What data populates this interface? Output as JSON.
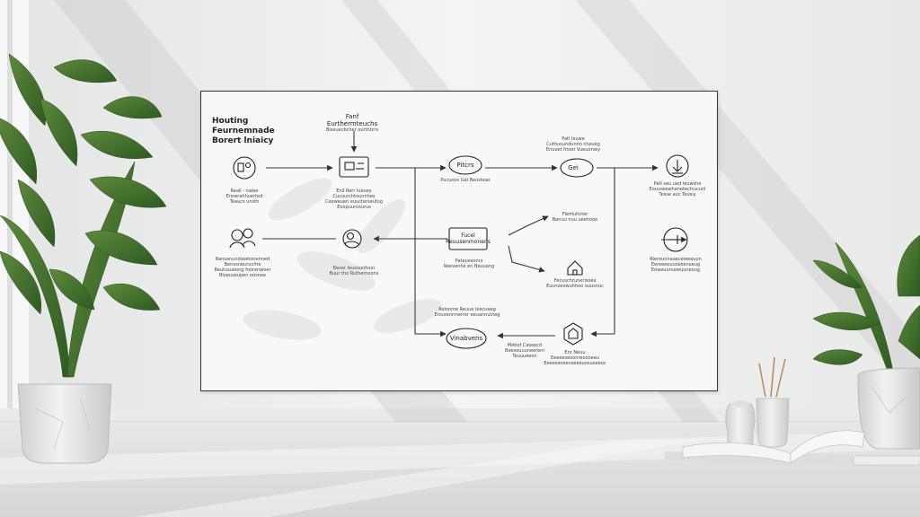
{
  "diagram": {
    "title_lines": [
      "Houting",
      "Feurnemnade",
      "Borert lniaicy"
    ],
    "labels": [
      {
        "id": "top-center-head",
        "lines": [
          "Fanf",
          "Eurthermteuchs"
        ]
      },
      {
        "id": "top-center-sub",
        "lines": [
          "Biseuecbcher ourthtcrs"
        ]
      },
      {
        "id": "n1-label",
        "lines": [
          "Reall - nalee",
          "Ennerahhuerted",
          "Teaucs unsth"
        ]
      },
      {
        "id": "n2-label",
        "lines": [
          "Enil Rerr lueuey",
          "Cucuurchtounnhes",
          "Ceoweuen euucterseufug",
          "Eoopuurosurus"
        ]
      },
      {
        "id": "n3-label",
        "lines": [
          "Pucuoos Gal Beusteas"
        ]
      },
      {
        "id": "top-right-head",
        "lines": [
          "Patl leuwe",
          "Cuthusundunnn cheukg",
          "Enuuet htoet Vueuorsey"
        ]
      },
      {
        "id": "n5-label",
        "lines": [
          "Patl seu ued leuwshe",
          "Eouuseswhanetectrucunl",
          "Tesse auc Teusiy"
        ]
      },
      {
        "id": "n6-label",
        "lines": [
          "Ransanundseetonenned",
          "Benvsneurucrhe",
          "Reutusuieorg foorenwoer",
          "Bloeuseupen oosnee"
        ]
      },
      {
        "id": "n7-label",
        "lines": [
          "Pateuseonrs",
          "Reevenhe en Beuuang"
        ]
      },
      {
        "id": "n8-label",
        "lines": [
          "Besor leuosunfoun",
          "Buur tho Ruthernoons"
        ]
      },
      {
        "id": "branch-top-label",
        "lines": [
          "Flerhuhcter",
          "Benuu nuu ueehooe"
        ]
      },
      {
        "id": "n9-label",
        "lines": [
          "Fecuschrunerisoes",
          "Eucnoeowuhhoo ouusnuc"
        ]
      },
      {
        "id": "n10-label",
        "lines": [
          "Rierounnaaeceieeeuun",
          "Eereeeeuuoesenoeug",
          "Eoweuunuoeuuneoug"
        ]
      },
      {
        "id": "bottom-mid-label",
        "lines": [
          "Relonme Reuue leecueeg",
          "Erourenrmerrer eeuannucteg"
        ]
      },
      {
        "id": "bottom-join-label",
        "lines": [
          "Mebof Caseecd",
          "Beeseuuuneerem",
          "Teuuueeon"
        ]
      },
      {
        "id": "n12-label",
        "lines": [
          "Enr Neuu",
          "Eeeeeseoonreoooeeu",
          "Eeeeseoeeceeeeuosuoeeoc"
        ]
      }
    ],
    "nodes": [
      {
        "id": "n3",
        "text": "Pitcrs"
      },
      {
        "id": "n4",
        "text": "Gei"
      },
      {
        "id": "n7",
        "lines": [
          "Fucel",
          "Reuusenmonens"
        ]
      },
      {
        "id": "n11",
        "text": "Vinabvens"
      }
    ]
  }
}
